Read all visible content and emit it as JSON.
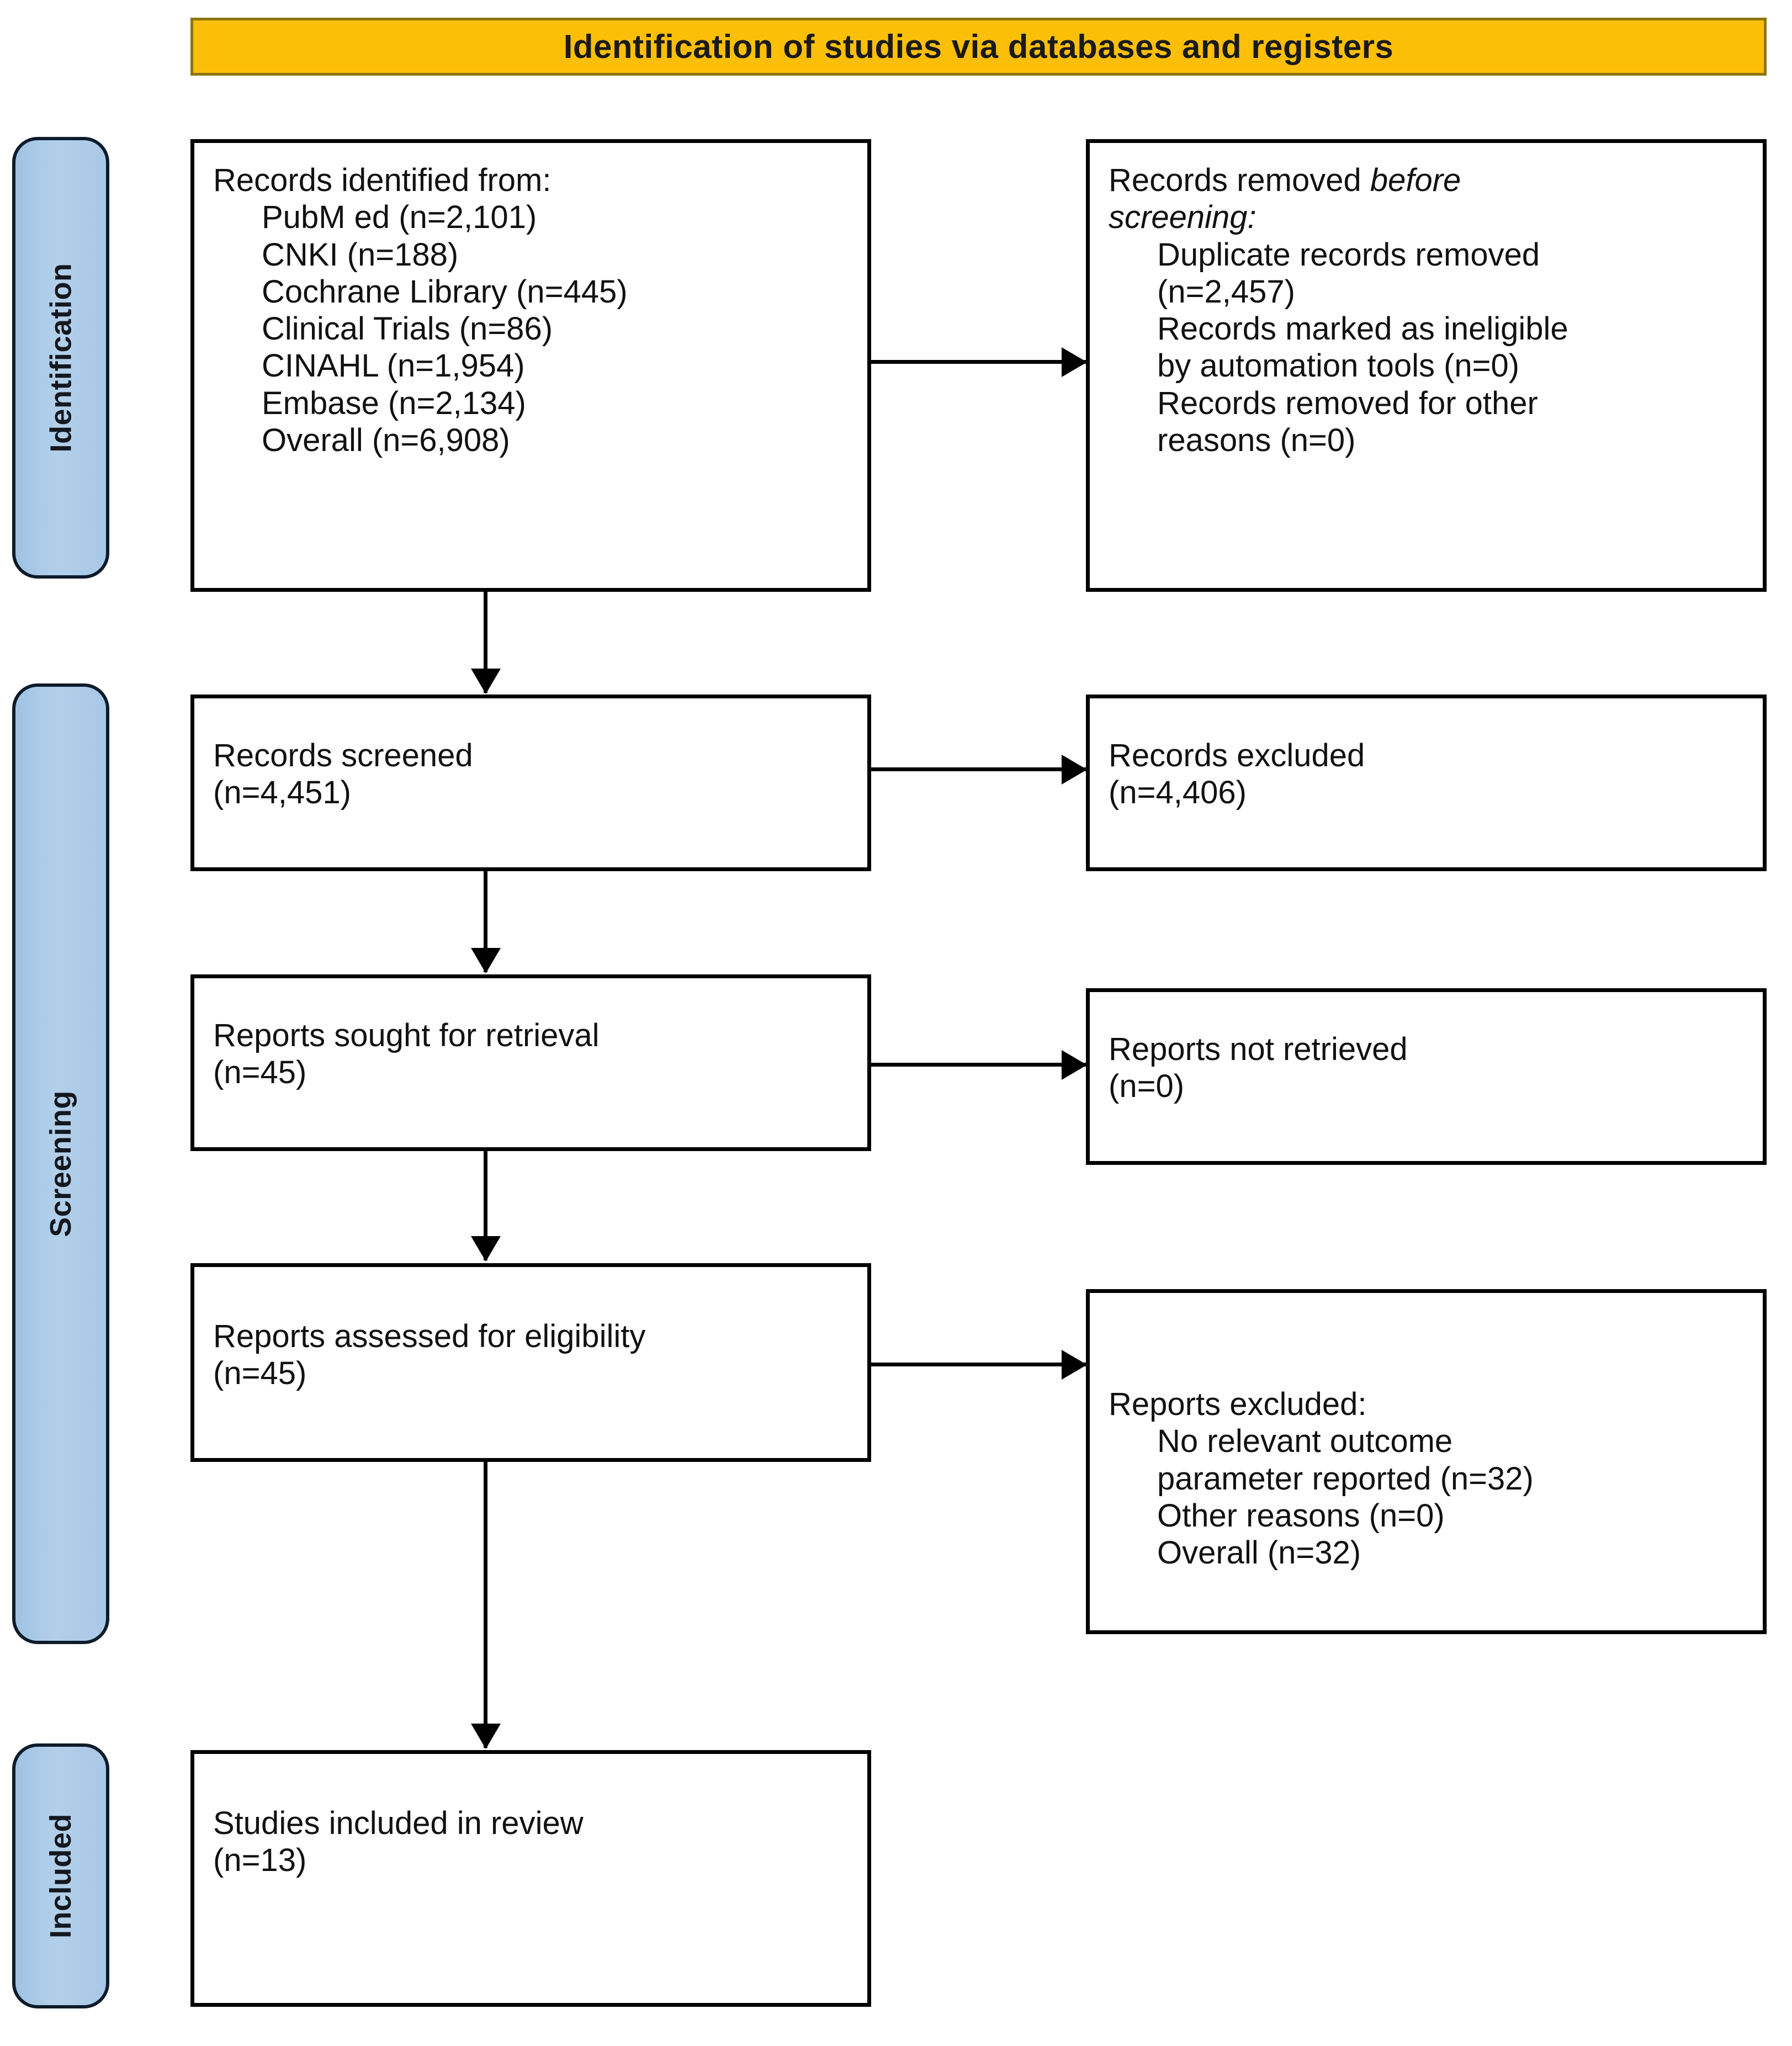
{
  "header": {
    "title": "Identification  of studies via databases and registers",
    "background_color": "#FCBF08",
    "border_color": "#8C7508"
  },
  "stages": [
    {
      "id": "identification",
      "label": "Identification"
    },
    {
      "id": "screening",
      "label": "Screening"
    },
    {
      "id": "included",
      "label": "Included"
    }
  ],
  "stage_color": "#A8C8E6",
  "boxes": {
    "records_identified": {
      "title": "Records identified from:",
      "items": [
        "PubM ed (n=2,101)",
        "CNKI (n=188)",
        "Cochrane Library (n=445)",
        "Clinical Trials (n=86)",
        "CINAHL (n=1,954)",
        "Embase (n=2,134)",
        "Overall (n=6,908)"
      ]
    },
    "records_removed": {
      "title_part1": "Records removed ",
      "title_italic": "before screening",
      "title_colon": ":",
      "items": [
        "Duplicate records removed",
        "(n=2,457)",
        "Records marked as ineligible",
        "by  automation tools (n=0)",
        "Records removed for other",
        "reasons (n=0)"
      ]
    },
    "records_screened": {
      "label": "Records screened",
      "count": "(n=4,451)"
    },
    "records_excluded": {
      "label": "Records excluded",
      "count": "(n=4,406)"
    },
    "reports_sought": {
      "label": "Reports sought for retrieval",
      "count": "(n=45)"
    },
    "reports_not_retrieved": {
      "label": "Reports not retrieved",
      "count": "(n=0)"
    },
    "reports_assessed": {
      "label": "Reports assessed for eligibility",
      "count": "(n=45)"
    },
    "reports_excluded": {
      "title": "Reports excluded:",
      "items": [
        "No relevant outcome",
        "parameter reported (n=32)",
        "Other reasons (n=0)",
        "Overall (n=32)"
      ]
    },
    "studies_included": {
      "label": "Studies included in review",
      "count": "(n=13)"
    }
  },
  "chart_data": {
    "type": "diagram",
    "diagram_type": "PRISMA 2020 flow diagram",
    "title": "Identification  of studies via databases and registers",
    "nodes": [
      {
        "id": "records_identified",
        "stage": "Identification",
        "column": "left",
        "total": 6908,
        "sources": [
          {
            "name": "PubMed",
            "n": 2101
          },
          {
            "name": "CNKI",
            "n": 188
          },
          {
            "name": "Cochrane Library",
            "n": 445
          },
          {
            "name": "Clinical Trials",
            "n": 86
          },
          {
            "name": "CINAHL",
            "n": 1954
          },
          {
            "name": "Embase",
            "n": 2134
          },
          {
            "name": "Overall",
            "n": 6908
          }
        ]
      },
      {
        "id": "records_removed",
        "stage": "Identification",
        "column": "right",
        "reasons": [
          {
            "name": "Duplicate records removed",
            "n": 2457
          },
          {
            "name": "Records marked as ineligible by automation tools",
            "n": 0
          },
          {
            "name": "Records removed for other reasons",
            "n": 0
          }
        ]
      },
      {
        "id": "records_screened",
        "stage": "Screening",
        "column": "left",
        "n": 4451
      },
      {
        "id": "records_excluded",
        "stage": "Screening",
        "column": "right",
        "n": 4406
      },
      {
        "id": "reports_sought",
        "stage": "Screening",
        "column": "left",
        "n": 45
      },
      {
        "id": "reports_not_retrieved",
        "stage": "Screening",
        "column": "right",
        "n": 0
      },
      {
        "id": "reports_assessed",
        "stage": "Screening",
        "column": "left",
        "n": 45
      },
      {
        "id": "reports_excluded",
        "stage": "Screening",
        "column": "right",
        "total": 32,
        "reasons": [
          {
            "name": "No relevant outcome parameter reported",
            "n": 32
          },
          {
            "name": "Other reasons",
            "n": 0
          },
          {
            "name": "Overall",
            "n": 32
          }
        ]
      },
      {
        "id": "studies_included",
        "stage": "Included",
        "column": "left",
        "n": 13
      }
    ],
    "edges": [
      {
        "from": "records_identified",
        "to": "records_removed",
        "direction": "right"
      },
      {
        "from": "records_identified",
        "to": "records_screened",
        "direction": "down"
      },
      {
        "from": "records_screened",
        "to": "records_excluded",
        "direction": "right"
      },
      {
        "from": "records_screened",
        "to": "reports_sought",
        "direction": "down"
      },
      {
        "from": "reports_sought",
        "to": "reports_not_retrieved",
        "direction": "right"
      },
      {
        "from": "reports_sought",
        "to": "reports_assessed",
        "direction": "down"
      },
      {
        "from": "reports_assessed",
        "to": "reports_excluded",
        "direction": "right"
      },
      {
        "from": "reports_assessed",
        "to": "studies_included",
        "direction": "down"
      }
    ]
  }
}
